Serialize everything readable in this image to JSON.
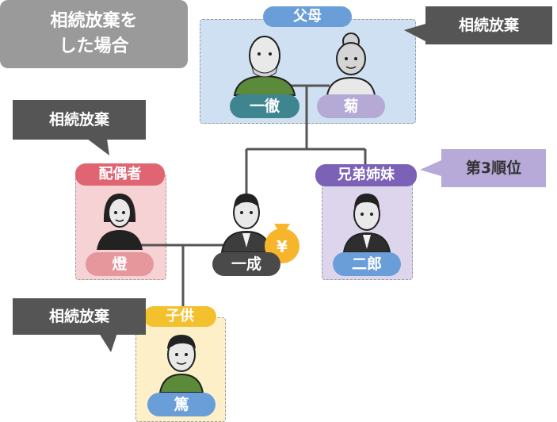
{
  "title": {
    "line1": "相続放棄を",
    "line2": "した場合"
  },
  "groups": {
    "parents": {
      "label": "父母"
    },
    "spouse": {
      "label": "配偶者"
    },
    "siblings": {
      "label": "兄弟姉妹"
    },
    "child": {
      "label": "子供"
    }
  },
  "people": {
    "father": "一徹",
    "mother": "菊",
    "spouse": "燈",
    "deceased": "一成",
    "sibling": "二郎",
    "child": "篤"
  },
  "callouts": {
    "parents": "相続放棄",
    "spouse": "相続放棄",
    "child": "相続放棄",
    "siblings": "第3順位"
  },
  "money_symbol": "¥",
  "colors": {
    "parents_label": "#6a9ed8",
    "parents_bg": "#cfe0f3",
    "father_pill": "#3e8590",
    "mother_pill": "#b5a9d6",
    "spouse_label": "#e06472",
    "spouse_bg": "#f7d2d5",
    "spouse_pill": "#e5979c",
    "siblings_label": "#7b62b7",
    "siblings_bg": "#ddd5ec",
    "sibling_pill": "#6a9ed8",
    "child_label": "#f3c12e",
    "child_bg": "#fdf0c8",
    "child_pill": "#6a9ed8",
    "deceased_pill": "#4a4a4a",
    "callout_dark": "#555555",
    "callout_rank": "#b7a9d8",
    "money_bag": "#f7b52b"
  }
}
